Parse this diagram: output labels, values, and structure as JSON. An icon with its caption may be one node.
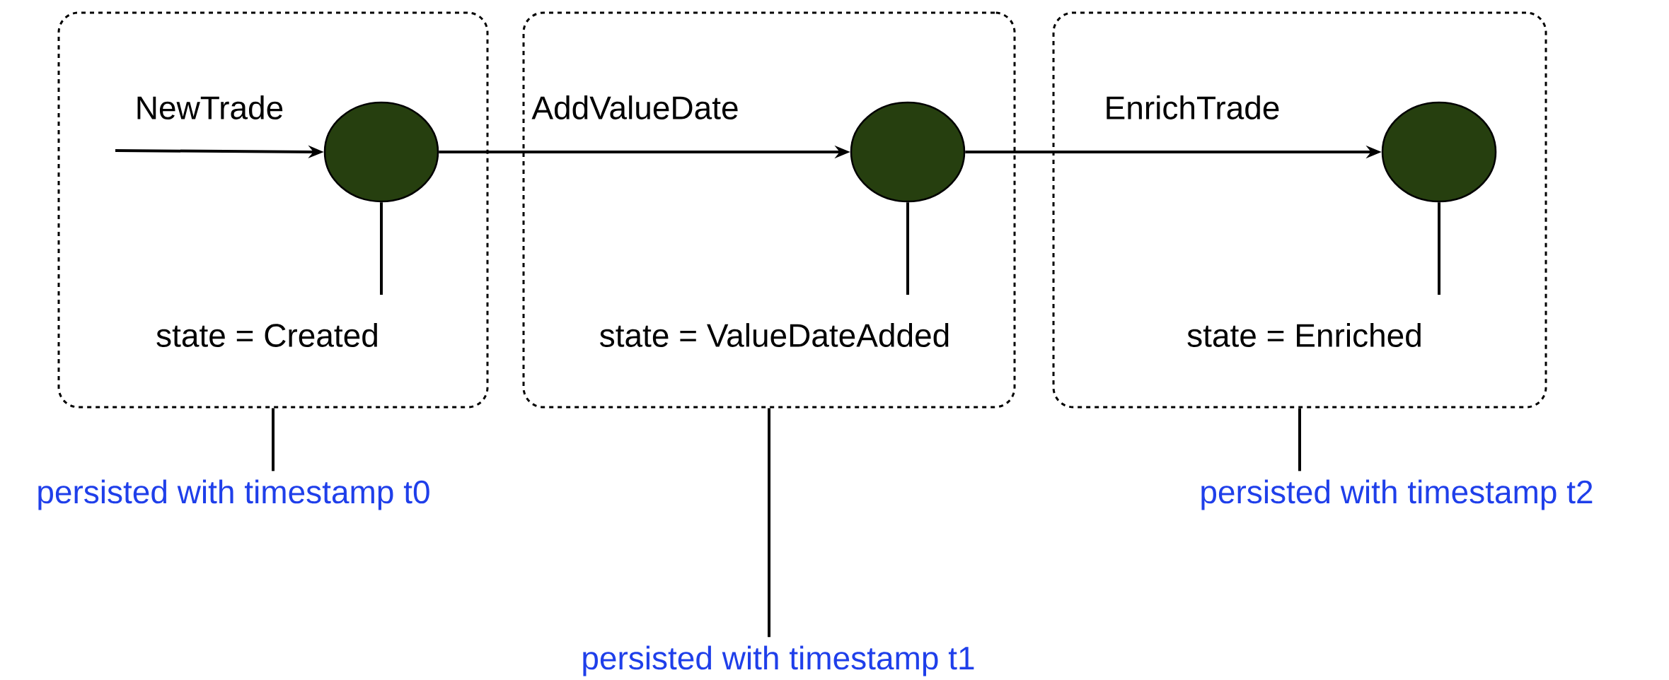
{
  "diagram": {
    "nodes": [
      {
        "text": [],
        "shape": "box"
      },
      {
        "text": [],
        "shape": "circle",
        "in": 0
      },
      {
        "text": [
          "state = Created"
        ],
        "in": 0
      },
      {
        "text": [],
        "shape": "box"
      },
      {
        "text": [],
        "shape": "circle",
        "in": 3
      },
      {
        "text": [
          "state = ValueDateAdded"
        ],
        "in": 3
      },
      {
        "text": [],
        "shape": "box"
      },
      {
        "text": [],
        "shape": "circle",
        "in": 6
      },
      {
        "text": [
          "state = Enriched"
        ],
        "in": 6
      },
      {
        "text": [
          "persisted with timestamp t0"
        ]
      },
      {
        "text": [
          "persisted with timestamp t1"
        ]
      },
      {
        "text": [
          "persisted with timestamp t2"
        ]
      }
    ],
    "edges": [
      {
        "from": null,
        "to": 1,
        "arrow": "to",
        "label": "NewTrade"
      },
      {
        "from": 1,
        "to": 4,
        "arrow": "to",
        "label": "AddValueDate"
      },
      {
        "from": 4,
        "to": 7,
        "arrow": "to",
        "label": "EnrichTrade"
      },
      {
        "from": 1,
        "to": 2,
        "arrow": "none"
      },
      {
        "from": 4,
        "to": 5,
        "arrow": "none"
      },
      {
        "from": 7,
        "to": 8,
        "arrow": "none"
      },
      {
        "from": 0,
        "to": 9,
        "arrow": "none"
      },
      {
        "from": 3,
        "to": 10,
        "arrow": "none"
      },
      {
        "from": 6,
        "to": 11,
        "arrow": "none"
      }
    ]
  }
}
